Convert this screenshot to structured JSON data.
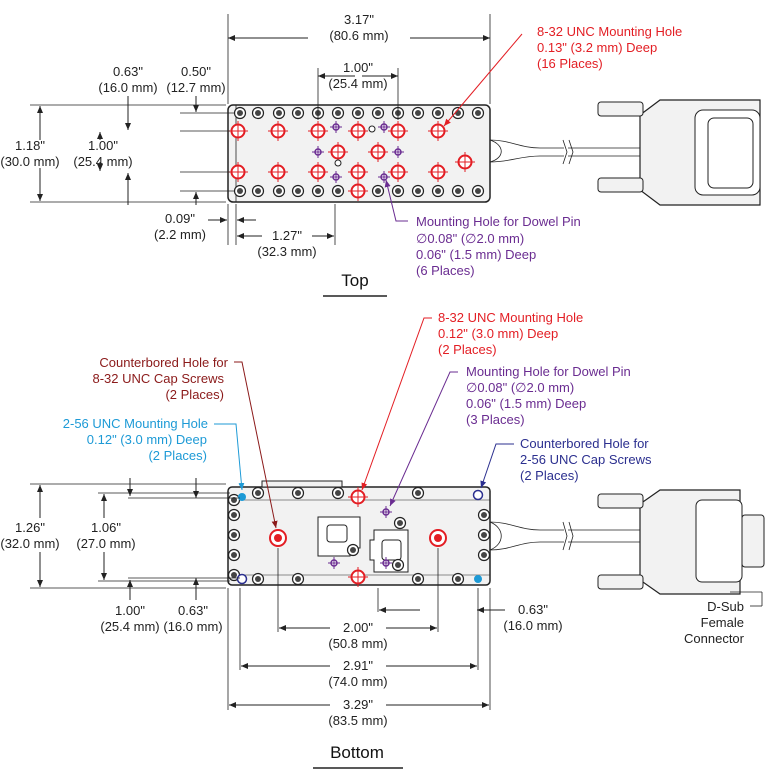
{
  "colors": {
    "red": "#e31e24",
    "purple": "#6a2c91",
    "dark_red": "#8b1a1a",
    "cyan": "#1d9ad6",
    "navy": "#2b2f8f"
  },
  "top": {
    "title": "Top",
    "dim_width": {
      "in": "3.17\"",
      "mm": "(80.6 mm)"
    },
    "dim_1in_top": {
      "in": "1.00\"",
      "mm": "(25.4 mm)"
    },
    "dim_063": {
      "in": "0.63\"",
      "mm": "(16.0 mm)"
    },
    "dim_050": {
      "in": "0.50\"",
      "mm": "(12.7 mm)"
    },
    "dim_118": {
      "in": "1.18\"",
      "mm": "(30.0 mm)"
    },
    "dim_100v": {
      "in": "1.00\"",
      "mm": "(25.4 mm)"
    },
    "dim_009": {
      "in": "0.09\"",
      "mm": "(2.2 mm)"
    },
    "dim_127": {
      "in": "1.27\"",
      "mm": "(32.3 mm)"
    },
    "mount_label": [
      "8-32 UNC Mounting Hole",
      "0.13\" (3.2 mm) Deep",
      "(16 Places)"
    ],
    "dowel_label": [
      "Mounting Hole for Dowel Pin",
      "∅0.08\" (∅2.0 mm)",
      "0.06\" (1.5 mm) Deep",
      "(6 Places)"
    ]
  },
  "bottom": {
    "title": "Bottom",
    "mount_label": [
      "8-32 UNC Mounting Hole",
      "0.12\" (3.0 mm) Deep",
      "(2 Places)"
    ],
    "cbore_832_label": [
      "Counterbored Hole for",
      "8-32 UNC Cap Screws",
      "(2 Places)"
    ],
    "dowel_label": [
      "Mounting Hole for Dowel Pin",
      "∅0.08\" (∅2.0 mm)",
      "0.06\" (1.5 mm) Deep",
      "(3 Places)"
    ],
    "m256_label": [
      "2-56 UNC Mounting Hole",
      "0.12\" (3.0 mm) Deep",
      "(2 Places)"
    ],
    "cbore_256_label": [
      "Counterbored Hole for",
      "2-56 UNC Cap Screws",
      "(2 Places)"
    ],
    "dim_126": {
      "in": "1.26\"",
      "mm": "(32.0 mm)"
    },
    "dim_106": {
      "in": "1.06\"",
      "mm": "(27.0 mm)"
    },
    "dim_100": {
      "in": "1.00\"",
      "mm": "(25.4 mm)"
    },
    "dim_063a": {
      "in": "0.63\"",
      "mm": "(16.0 mm)"
    },
    "dim_063b": {
      "in": "0.63\"",
      "mm": "(16.0 mm)"
    },
    "dim_200": {
      "in": "2.00\"",
      "mm": "(50.8 mm)"
    },
    "dim_291": {
      "in": "2.91\"",
      "mm": "(74.0 mm)"
    },
    "dim_329": {
      "in": "3.29\"",
      "mm": "(83.5 mm)"
    },
    "connector_label": [
      "D-Sub",
      "Female",
      "Connector"
    ]
  }
}
